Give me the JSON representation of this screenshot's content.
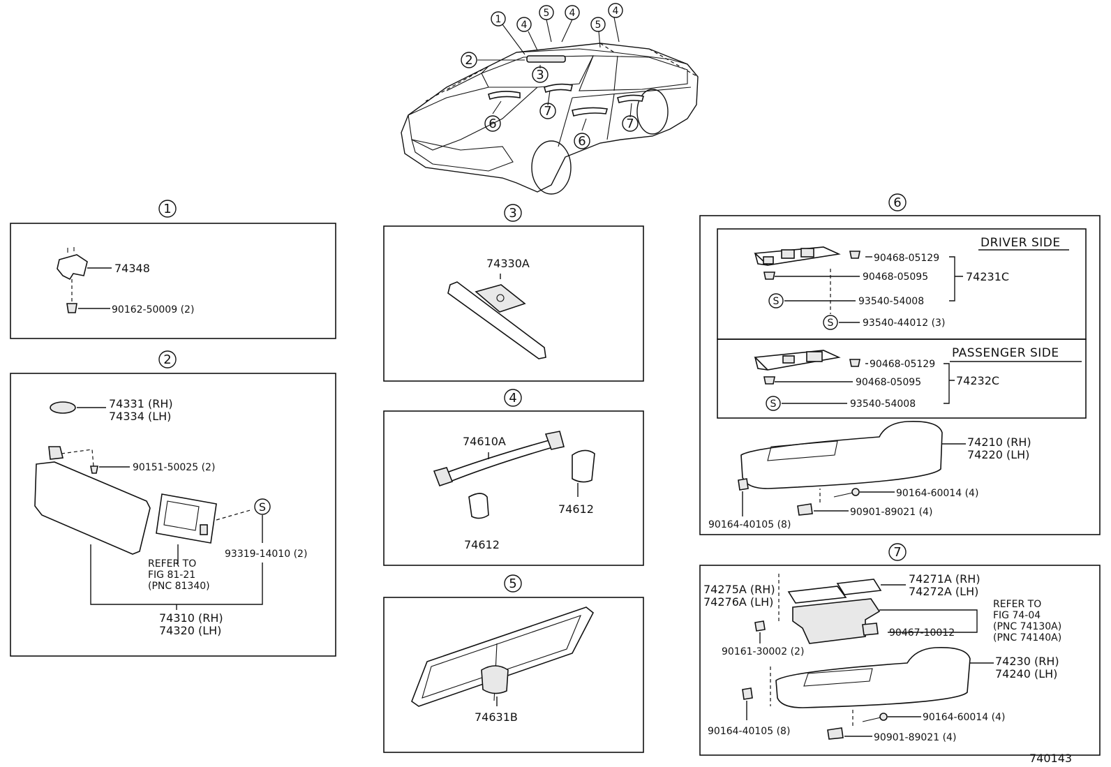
{
  "overview": {
    "callouts": [
      {
        "num": "1"
      },
      {
        "num": "4"
      },
      {
        "num": "5"
      },
      {
        "num": "4"
      },
      {
        "num": "4"
      },
      {
        "num": "5"
      },
      {
        "num": "2"
      },
      {
        "num": "3"
      },
      {
        "num": "7"
      },
      {
        "num": "6"
      },
      {
        "num": "7"
      },
      {
        "num": "6"
      }
    ]
  },
  "sections": {
    "s1": {
      "num": "1",
      "labels": [
        "74348",
        "90162-50009 (2)"
      ]
    },
    "s2": {
      "num": "2",
      "labels": [
        "74331 (RH)",
        "74334 (LH)",
        "90151-50025 (2)",
        "REFER TO",
        "FIG 81-21",
        "(PNC 81340)",
        "93319-14010 (2)",
        "74310 (RH)",
        "74320 (LH)"
      ],
      "s_mark": "S"
    },
    "s3": {
      "num": "3",
      "labels": [
        "74330A"
      ]
    },
    "s4": {
      "num": "4",
      "labels": [
        "74610A",
        "74612",
        "74612"
      ]
    },
    "s5": {
      "num": "5",
      "labels": [
        "74631B"
      ]
    },
    "s6": {
      "num": "6",
      "driver_header": "DRIVER SIDE",
      "passenger_header": "PASSENGER SIDE",
      "driver_labels": [
        "90468-05129",
        "90468-05095",
        "93540-54008",
        "93540-44012 (3)",
        "74231C"
      ],
      "passenger_labels": [
        "90468-05129",
        "90468-05095",
        "93540-54008",
        "74232C"
      ],
      "lower_labels": [
        "74210 (RH)",
        "74220 (LH)",
        "90164-60014 (4)",
        "90901-89021 (4)",
        "90164-40105 (8)"
      ],
      "s_mark": "S"
    },
    "s7": {
      "num": "7",
      "labels": [
        "74275A (RH)",
        "74276A (LH)",
        "74271A (RH)",
        "74272A (LH)",
        "REFER TO",
        "FIG 74-04",
        "(PNC 74130A)",
        "(PNC 74140A)",
        "90467-10012",
        "90161-30002 (2)",
        "74230 (RH)",
        "74240 (LH)",
        "90164-60014 (4)",
        "90164-40105 (8)",
        "90901-89021 (4)"
      ]
    }
  },
  "footer": {
    "diagram_code": "740143"
  }
}
